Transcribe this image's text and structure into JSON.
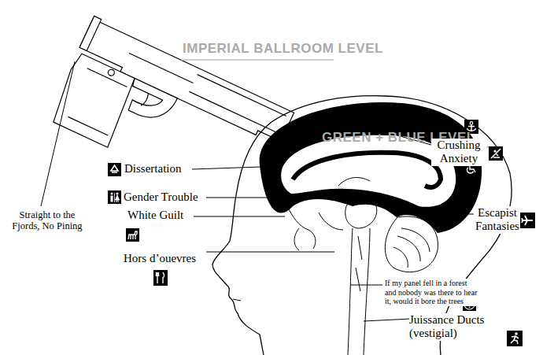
{
  "diagram": {
    "labels": [
      "IMPERIAL BALLROOM LEVEL",
      "GREEN + BLUE LEVEL",
      "Dissertation",
      "Gender Trouble",
      "White Guilt",
      "Hors d’ouevres",
      "Straight to the Fjords, No Pining",
      "Crushing Anxiety",
      "Escapist Fantasies",
      "If my panel fell in a forest and nobody was there to hear it, would it bore the trees",
      "Juissance Ducts (vestigial)"
    ]
  }
}
